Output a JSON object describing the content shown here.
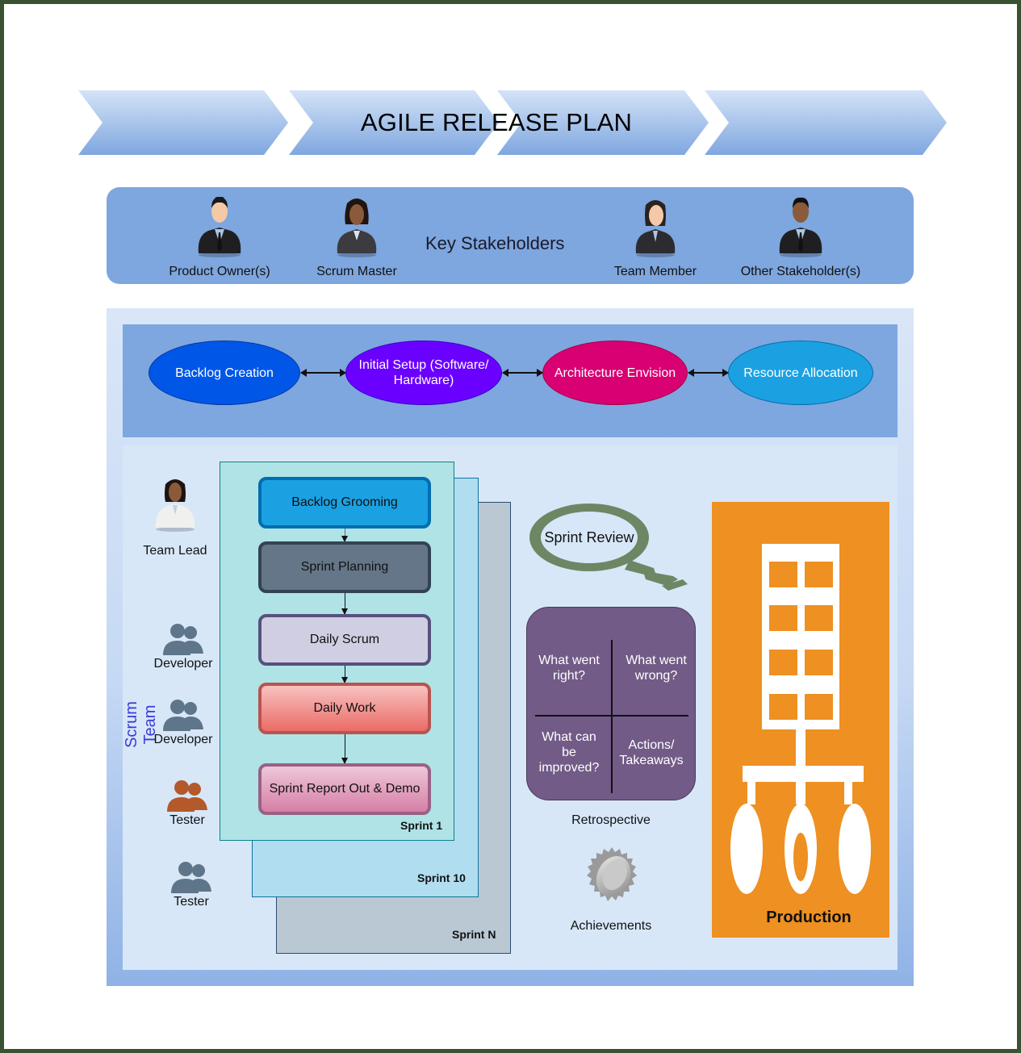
{
  "header": {
    "title": "AGILE RELEASE PLAN",
    "chevron_count": 4
  },
  "stakeholders": {
    "title": "Key Stakeholders",
    "people": [
      {
        "label": "Product Owner(s)",
        "icon": "businessman-icon",
        "skin": "#f3c9a8"
      },
      {
        "label": "Scrum Master",
        "icon": "businesswoman-icon",
        "skin": "#8a5a3a"
      },
      {
        "label": "Team Member",
        "icon": "businesswoman-icon",
        "skin": "#f3c9a8"
      },
      {
        "label": "Other Stakeholder(s)",
        "icon": "businessman-icon",
        "skin": "#8a5a3a"
      }
    ]
  },
  "initiation": {
    "steps": [
      {
        "label": "Backlog Creation",
        "color": "#0057e7"
      },
      {
        "label": "Initial Setup (Software/ Hardware)",
        "color": "#6a00ff"
      },
      {
        "label": "Architecture Envision",
        "color": "#d80073"
      },
      {
        "label": "Resource Allocation",
        "color": "#1ba1e2"
      }
    ]
  },
  "scrum_team": {
    "title": "Scrum Team",
    "members": [
      {
        "label": "Team Lead",
        "icon": "team-lead-icon"
      },
      {
        "label": "Developer",
        "icon": "users-icon",
        "color": "#5f7589"
      },
      {
        "label": "Developer",
        "icon": "users-icon",
        "color": "#5f7589"
      },
      {
        "label": "Tester",
        "icon": "users-icon",
        "color": "#b3592a"
      },
      {
        "label": "Tester",
        "icon": "users-icon",
        "color": "#5f7589"
      }
    ]
  },
  "sprints": {
    "labels": [
      "Sprint 1",
      "Sprint 10",
      "Sprint N"
    ],
    "steps": [
      {
        "label": "Backlog Grooming",
        "fill": "#1ba1e2",
        "border": "#006eaf"
      },
      {
        "label": "Sprint Planning",
        "fill": "#647687",
        "border": "#314354"
      },
      {
        "label": "Daily Scrum",
        "fill": "#d0cee2",
        "border": "#56517e"
      },
      {
        "label": "Daily Work",
        "fill": "#f19c99",
        "border": "#b85450"
      },
      {
        "label": "Sprint Report Out & Demo",
        "fill": "#e6a8c4",
        "border": "#996185"
      }
    ]
  },
  "review": {
    "label": "Sprint Review",
    "color": "#6d8764"
  },
  "retrospective": {
    "label": "Retrospective",
    "quadrants": [
      "What went right?",
      "What went wrong?",
      "What can be improved?",
      "Actions/ Takeaways"
    ],
    "color": "#725b87"
  },
  "achievements": {
    "label": "Achievements"
  },
  "production": {
    "label": "Production",
    "color": "#ee9022"
  }
}
